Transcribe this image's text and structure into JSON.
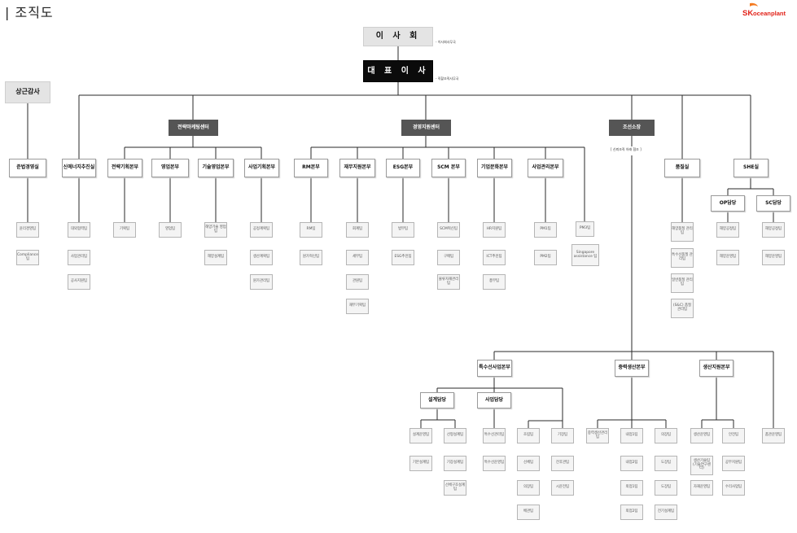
{
  "page": {
    "title": "| 조직도"
  },
  "logo": {
    "brand": "SK",
    "name": "oceanplant",
    "brand_color": "#e2231a",
    "name_color": "#e2231a",
    "wing_color": "#f47a20"
  },
  "colors": {
    "line": "#2a2a2a",
    "center_fill": "#555555",
    "ceo_fill": "#0b0b0b"
  },
  "boxes": [
    {
      "id": "board",
      "text": "이 사 회"
    },
    {
      "id": "ceo",
      "text": "대 표 이 사"
    },
    {
      "id": "audit",
      "text": "상근감사"
    },
    {
      "id": "strategy_center",
      "text": "전략마케팅센터"
    },
    {
      "id": "management_center",
      "text": "경영지원센터"
    },
    {
      "id": "shipyard_head",
      "text": "조선소장"
    },
    {
      "id": "compliance",
      "text": "준법경영실"
    },
    {
      "id": "new_energy",
      "text": "신에너지추진실"
    },
    {
      "id": "strategy_plan",
      "text": "전략기획본부"
    },
    {
      "id": "sales",
      "text": "영업본부"
    },
    {
      "id": "tech_sales",
      "text": "기술영업본부"
    },
    {
      "id": "biz_plan",
      "text": "사업기획본부"
    },
    {
      "id": "rm",
      "text": "RM본부"
    },
    {
      "id": "finance",
      "text": "재무지원본부"
    },
    {
      "id": "esg",
      "text": "ESG본부"
    },
    {
      "id": "scm",
      "text": "SCM 본부"
    },
    {
      "id": "culture",
      "text": "기업문화본부"
    },
    {
      "id": "pm",
      "text": "사업관리본부"
    },
    {
      "id": "pm3",
      "text": "PM3팀"
    },
    {
      "id": "quality",
      "text": "품질실"
    },
    {
      "id": "she",
      "text": "SHE실"
    },
    {
      "id": "op",
      "text": "OP담당"
    },
    {
      "id": "sc",
      "text": "SC담당"
    },
    {
      "id": "special",
      "text": "특수선사업본부"
    },
    {
      "id": "heavy",
      "text": "중력생산본부"
    },
    {
      "id": "prod_support",
      "text": "생산지원본부"
    },
    {
      "id": "design",
      "text": "설계담당"
    },
    {
      "id": "biz",
      "text": "사업담당"
    },
    {
      "id": "l_comp1",
      "text": "윤리경영팀"
    },
    {
      "id": "l_comp2",
      "text": "Compliance팀"
    },
    {
      "id": "l_ne1",
      "text": "대외협력팀"
    },
    {
      "id": "l_ne2",
      "text": "사업관리팀"
    },
    {
      "id": "l_ne3",
      "text": "공사지원팀"
    },
    {
      "id": "l_sp1",
      "text": "기획팀"
    },
    {
      "id": "l_sa1",
      "text": "영업팀"
    },
    {
      "id": "l_ts1",
      "text": "해양기술 영업팀"
    },
    {
      "id": "l_ts2",
      "text": "해양설계팀"
    },
    {
      "id": "l_bp1",
      "text": "공정계획팀"
    },
    {
      "id": "l_bp2",
      "text": "생산계획팀"
    },
    {
      "id": "l_bp3",
      "text": "원가관리팀"
    },
    {
      "id": "l_rm1",
      "text": "RM팀"
    },
    {
      "id": "l_rm2",
      "text": "원가혁신팀"
    },
    {
      "id": "l_fi1",
      "text": "회계팀"
    },
    {
      "id": "l_fi2",
      "text": "세무팀"
    },
    {
      "id": "l_fi3",
      "text": "관원팀"
    },
    {
      "id": "l_fi4",
      "text": "재무기획팀"
    },
    {
      "id": "l_es1",
      "text": "법무팀"
    },
    {
      "id": "l_es2",
      "text": "ESG추진팀"
    },
    {
      "id": "l_sc1",
      "text": "SCM혁신팀"
    },
    {
      "id": "l_sc2",
      "text": "구매팀"
    },
    {
      "id": "l_sc3",
      "text": "물류자재관리팀"
    },
    {
      "id": "l_cu1",
      "text": "HR지원팀"
    },
    {
      "id": "l_cu2",
      "text": "ICT추진팀"
    },
    {
      "id": "l_cu3",
      "text": "총무팀"
    },
    {
      "id": "l_pm1",
      "text": "PM1팀"
    },
    {
      "id": "l_pm2",
      "text": "PM2팀"
    },
    {
      "id": "l_pm3",
      "text": "Singapore assistance 팀"
    },
    {
      "id": "l_q1",
      "text": "해양품질 관리팀"
    },
    {
      "id": "l_q2",
      "text": "특수선품질 관리팀"
    },
    {
      "id": "l_q3",
      "text": "일반품질 관리팀"
    },
    {
      "id": "l_q4",
      "text": "(S&C) 품질관리팀"
    },
    {
      "id": "l_op1",
      "text": "해양공정팀"
    },
    {
      "id": "l_op2",
      "text": "해양운영팀"
    },
    {
      "id": "l_sc_1",
      "text": "해양공정팀"
    },
    {
      "id": "l_sc_2",
      "text": "해양운영팀"
    },
    {
      "id": "l_de1",
      "text": "설계운영팀"
    },
    {
      "id": "l_de2",
      "text": "기본설계팀"
    },
    {
      "id": "l_de3",
      "text": "선형설계팀"
    },
    {
      "id": "l_de4",
      "text": "기장설계팀"
    },
    {
      "id": "l_de5",
      "text": "선체구조설계팀"
    },
    {
      "id": "l_bi1",
      "text": "특수선관리팀"
    },
    {
      "id": "l_bi2",
      "text": "특수선운영팀"
    },
    {
      "id": "l_as1",
      "text": "조립팀"
    },
    {
      "id": "l_as2",
      "text": "선체팀"
    },
    {
      "id": "l_as3",
      "text": "의장팀"
    },
    {
      "id": "l_as4",
      "text": "배관팀"
    },
    {
      "id": "l_ot1",
      "text": "기장팀"
    },
    {
      "id": "l_ot2",
      "text": "전후관팀"
    },
    {
      "id": "l_ot3",
      "text": "시운전팀"
    },
    {
      "id": "l_he0",
      "text": "중력생산관리팀"
    },
    {
      "id": "l_he1",
      "text": "내업1팀"
    },
    {
      "id": "l_he2",
      "text": "내업2팀"
    },
    {
      "id": "l_he3",
      "text": "외업1팀"
    },
    {
      "id": "l_he4",
      "text": "외업2팀"
    },
    {
      "id": "l_hr1",
      "text": "의장팀"
    },
    {
      "id": "l_hr2",
      "text": "도장팀"
    },
    {
      "id": "l_hr3",
      "text": "도장팀"
    },
    {
      "id": "l_hr4",
      "text": "전기설계팀"
    },
    {
      "id": "l_ps1",
      "text": "생산운영팀"
    },
    {
      "id": "l_ps2",
      "text": "생산기술팀 (기술연구센터)"
    },
    {
      "id": "l_ps3",
      "text": "자재운영팀"
    },
    {
      "id": "l_ps4",
      "text": "안전팀"
    },
    {
      "id": "l_ps5",
      "text": "공무지원팀"
    },
    {
      "id": "l_ps6",
      "text": "수리사업팀"
    },
    {
      "id": "l_qa",
      "text": "품관운영팀"
    }
  ],
  "notes": [
    {
      "id": "n_board",
      "text": "- 이사회사무국"
    },
    {
      "id": "n_ceo",
      "text": "- 직할조직사무국"
    },
    {
      "id": "n_yard",
      "text": "[ 신뢰조직 아래 협조 ]"
    }
  ]
}
